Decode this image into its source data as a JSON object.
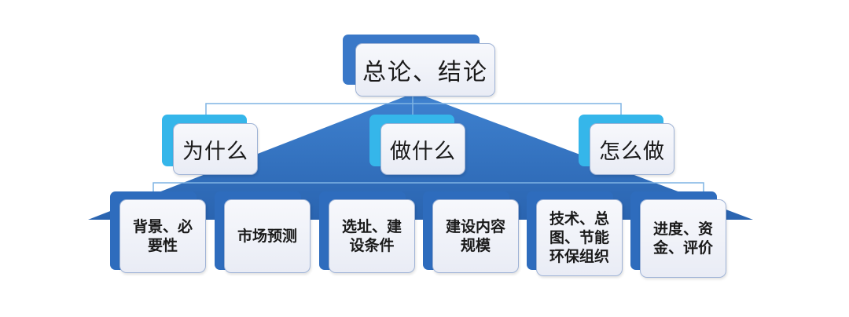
{
  "colors": {
    "triangle": "#2f6fbf",
    "connector": "#7fb4e4",
    "node_border": "#9fb3d6"
  },
  "root": {
    "label": "总论、结论"
  },
  "branches": [
    {
      "label": "为什么"
    },
    {
      "label": "做什么"
    },
    {
      "label": "怎么做"
    }
  ],
  "leaves": [
    {
      "label": "背景、必\n要性"
    },
    {
      "label": "市场预测"
    },
    {
      "label": "选址、建\n设条件"
    },
    {
      "label": "建设内容\n规模"
    },
    {
      "label": "技术、总\n图、节能\n环保组织"
    },
    {
      "label": "进度、资\n金、评价"
    }
  ]
}
